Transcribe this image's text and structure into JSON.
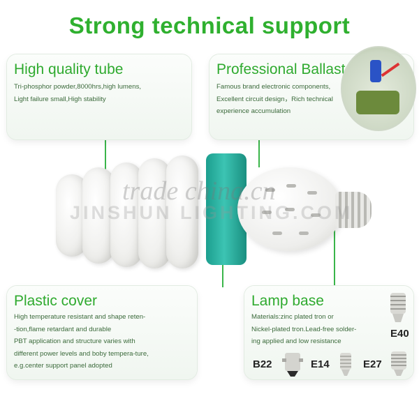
{
  "title": "Strong technical support",
  "panels": {
    "tube": {
      "heading": "High quality tube",
      "lines": [
        "Tri-phosphor powder,8000hrs,high lumens,",
        "Light failure small,High stability"
      ]
    },
    "ballast": {
      "heading": "Professional Ballast",
      "lines": [
        "Famous brand electronic components,",
        "Excellent circuit design，Rich technical",
        "experience accumulation"
      ]
    },
    "cover": {
      "heading": "Plastic cover",
      "lines": [
        "High temperature resistant and shape reten-",
        "-tion,flame retardant and durable",
        "PBT application and structure varies with",
        "different power levels and boby tempera-ture,",
        "e.g.center support panel adopted"
      ]
    },
    "base": {
      "heading": "Lamp base",
      "lines": [
        "Materials:zinc plated tron or",
        "Nickel-plated tron.Lead-free solder-",
        "ing applied and low resistance"
      ],
      "types": [
        "E40",
        "B22",
        "E14",
        "E27"
      ]
    }
  },
  "watermarks": [
    "trade china.cn",
    "JINSHUN LIGHTING.COM"
  ],
  "colors": {
    "accent": "#2fb02f",
    "connector": "#3ab54a",
    "collar": "#2fb9a8"
  }
}
